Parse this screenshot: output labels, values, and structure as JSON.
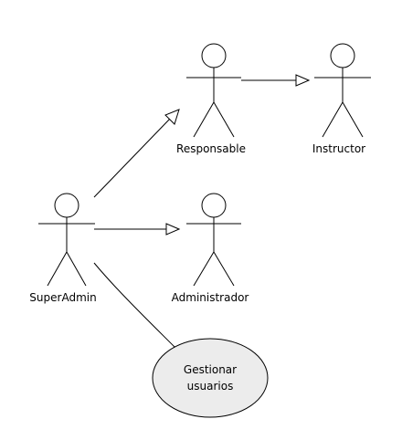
{
  "actors": [
    {
      "key": "responsable",
      "name": "Responsable"
    },
    {
      "key": "instructor",
      "name": "Instructor"
    },
    {
      "key": "superadmin",
      "name": "SuperAdmin"
    },
    {
      "key": "administrador",
      "name": "Administrador"
    }
  ],
  "use_case": {
    "lines": [
      "Gestionar",
      "usuarios"
    ]
  },
  "relations": [
    {
      "from": "superadmin",
      "to": "responsable",
      "type": "generalization"
    },
    {
      "from": "superadmin",
      "to": "administrador",
      "type": "generalization"
    },
    {
      "from": "responsable",
      "to": "instructor",
      "type": "generalization"
    },
    {
      "from": "superadmin",
      "to": "gestionar-usuarios",
      "type": "association"
    }
  ],
  "colors": {
    "usecase_fill": "#ececec",
    "stroke": "#000000",
    "background": "#ffffff"
  }
}
